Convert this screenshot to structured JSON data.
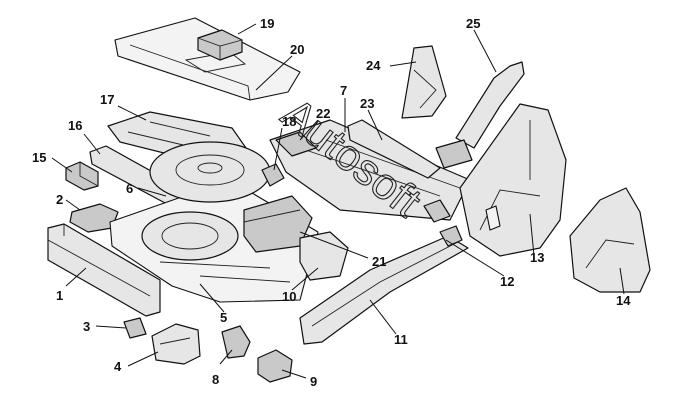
{
  "callouts": [
    "1",
    "2",
    "3",
    "4",
    "5",
    "6",
    "7",
    "8",
    "9",
    "10",
    "11",
    "12",
    "13",
    "14",
    "15",
    "16",
    "17",
    "18",
    "19",
    "20",
    "21",
    "22",
    "23",
    "24",
    "25"
  ],
  "watermark": "Autosoft"
}
